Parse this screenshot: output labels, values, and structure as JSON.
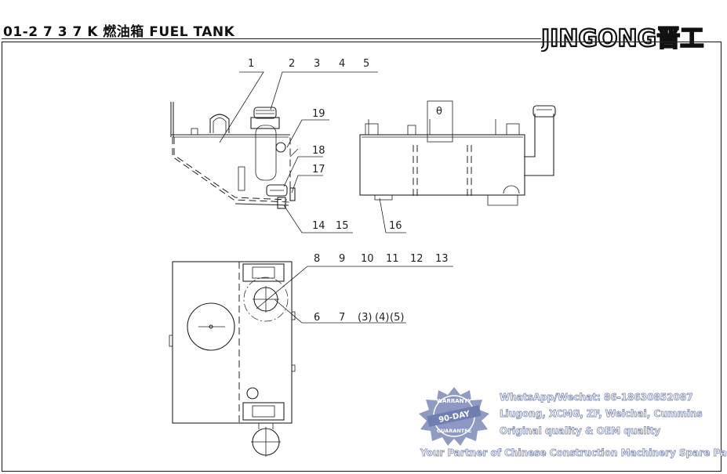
{
  "header": {
    "title": "01-2  7 3 7 K 燃油箱  FUEL TANK",
    "logo_text": "JINGONG晋工"
  },
  "callouts": {
    "top_left": [
      "1",
      "2",
      "3",
      "4",
      "5"
    ],
    "right_side": [
      "19",
      "18",
      "17"
    ],
    "bottom_left": [
      "14",
      "15"
    ],
    "side_view": [
      "16"
    ],
    "top_view_upper": [
      "8",
      "9",
      "10",
      "11",
      "12",
      "13"
    ],
    "top_view_lower": [
      "6",
      "7",
      "(3)",
      "(4)",
      "(5)"
    ],
    "theta_symbol": "θ"
  },
  "watermark": {
    "badge_top": "WARRANTY",
    "badge_center": "90-DAY",
    "badge_bottom": "GUARANTEE",
    "contact": "WhatsApp/Wechat: 86-18630852087",
    "brands": "Liugong, XCMG, ZF, Weichai, Cummins",
    "quality": "Original quality & OEM quality",
    "tagline": "Your Partner of Chinese Construction Machinery Spare Parts",
    "accent_color": "#6f7db0"
  }
}
